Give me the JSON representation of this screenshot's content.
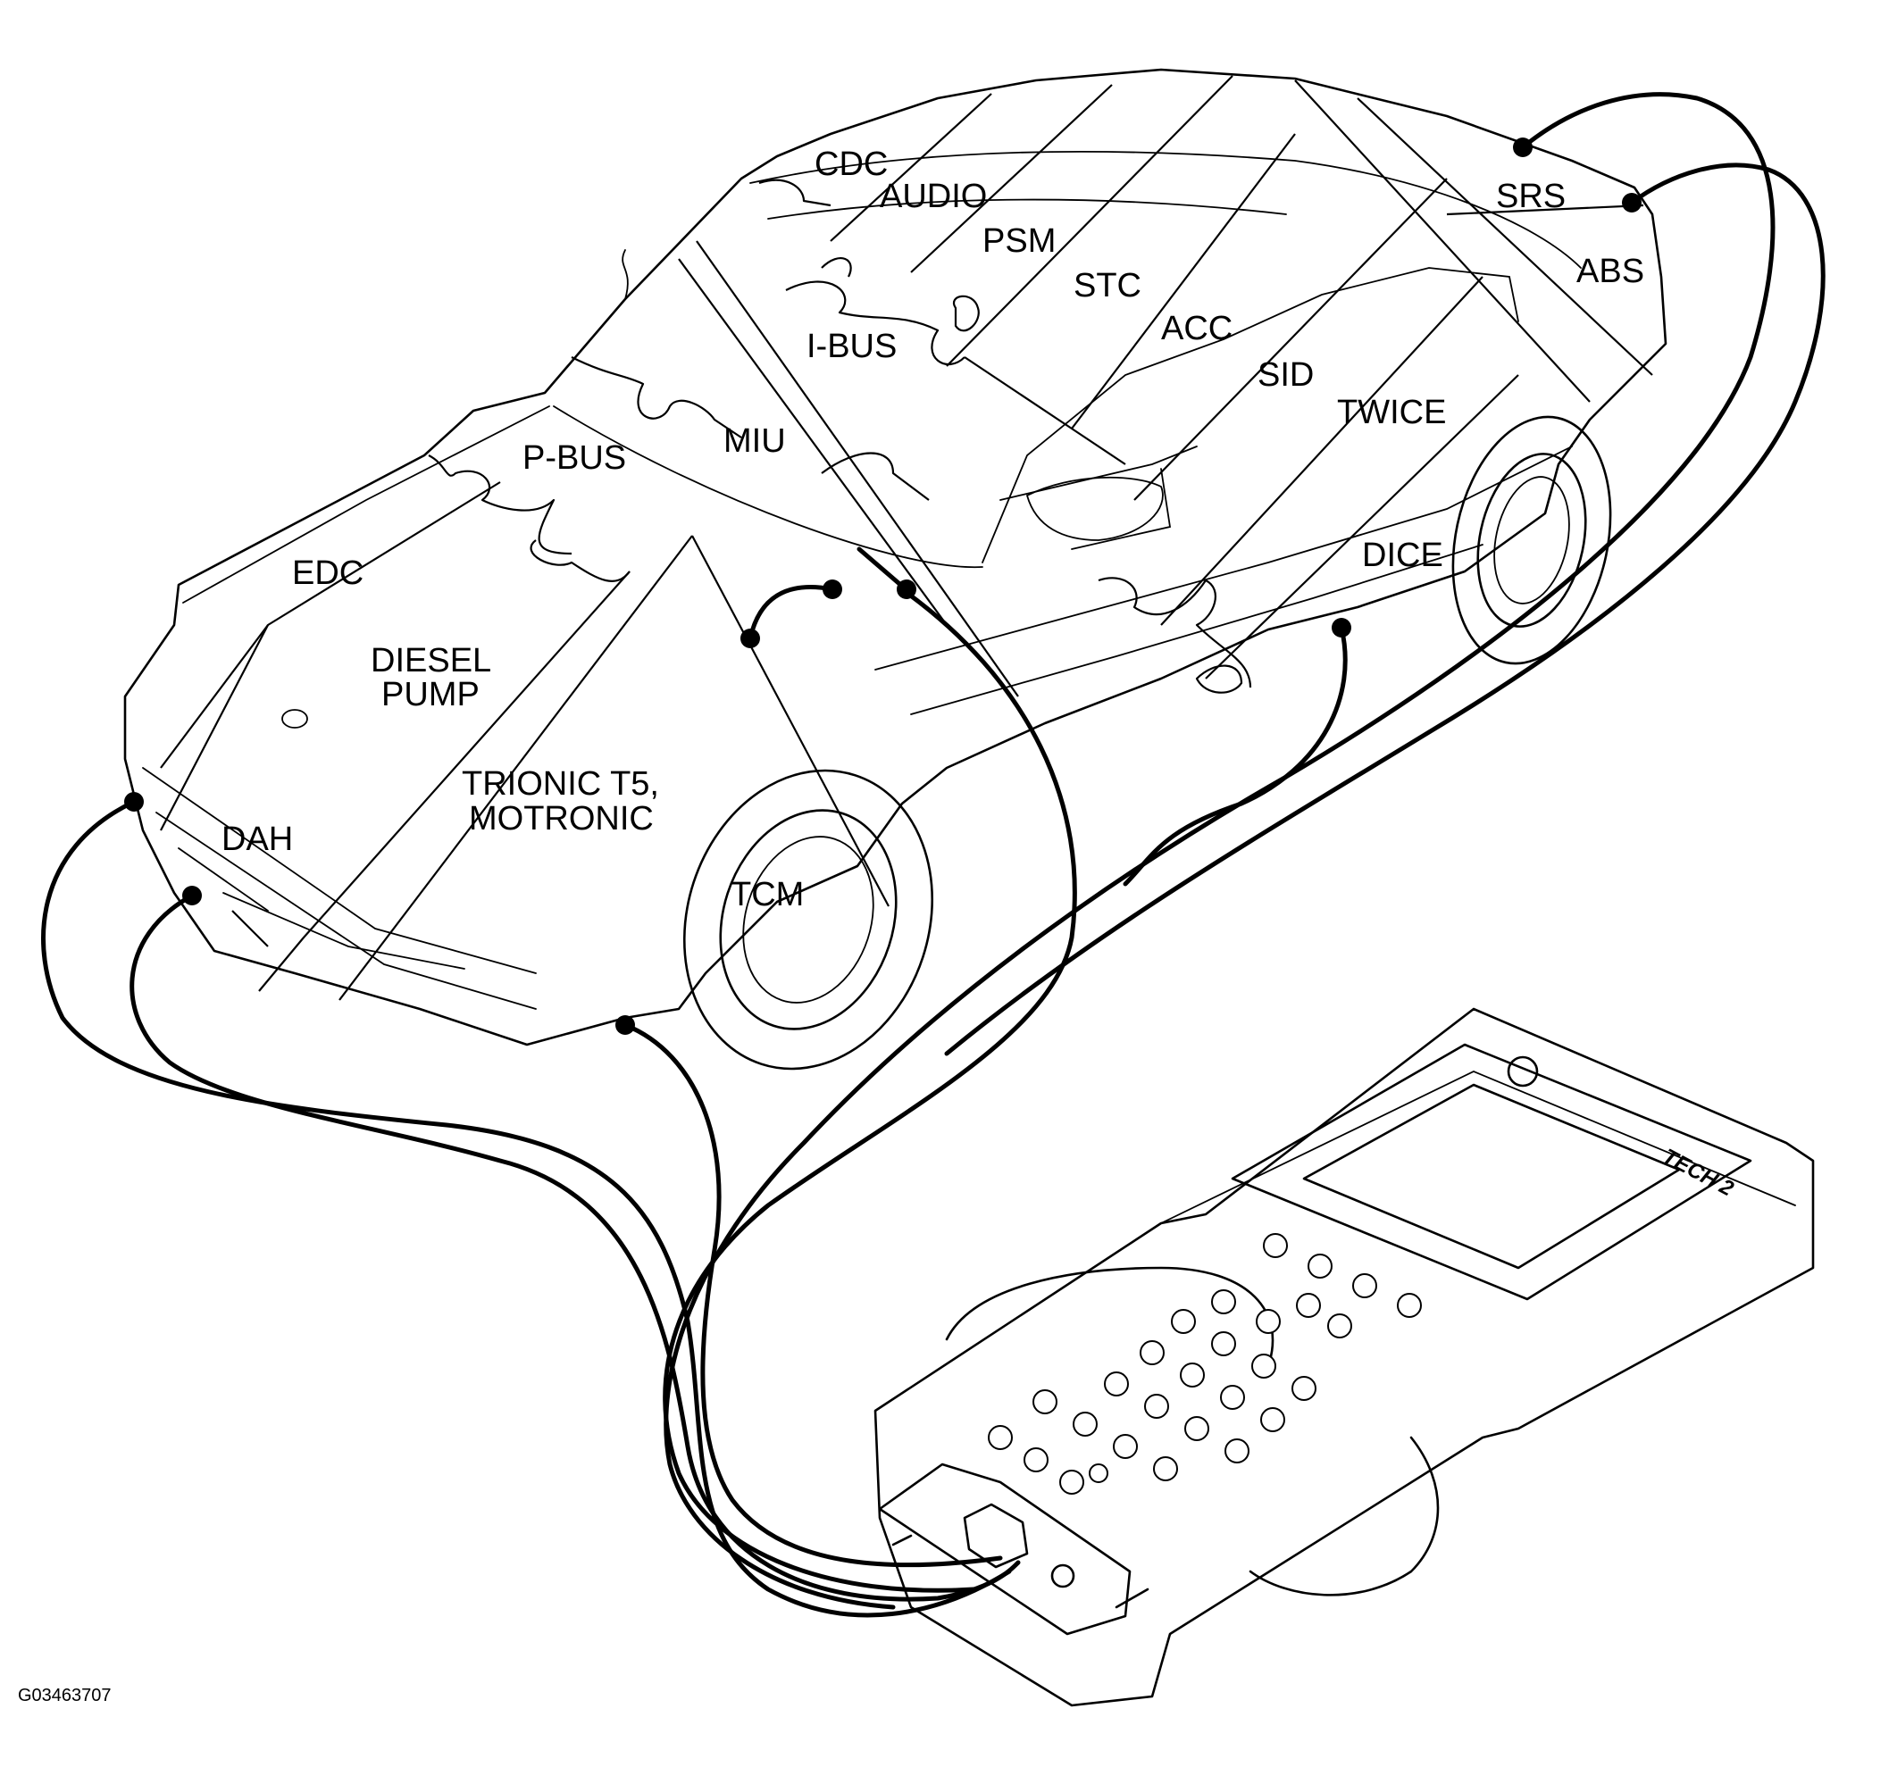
{
  "figure_id": "G03463707",
  "device": {
    "name": "TECH 2"
  },
  "modules": {
    "cdc": "CDC",
    "audio": "AUDIO",
    "psm": "PSM",
    "stc": "STC",
    "i_bus": "I-BUS",
    "acc": "ACC",
    "sid": "SID",
    "twice": "TWICE",
    "srs": "SRS",
    "abs": "ABS",
    "miu": "MIU",
    "p_bus": "P-BUS",
    "edc": "EDC",
    "diesel_pump_line1": "DIESEL",
    "diesel_pump_line2": "PUMP",
    "trionic_line1": "TRIONIC  T5,",
    "trionic_line2": "MOTRONIC",
    "dah": "DAH",
    "tcm": "TCM",
    "dice": "DICE"
  }
}
